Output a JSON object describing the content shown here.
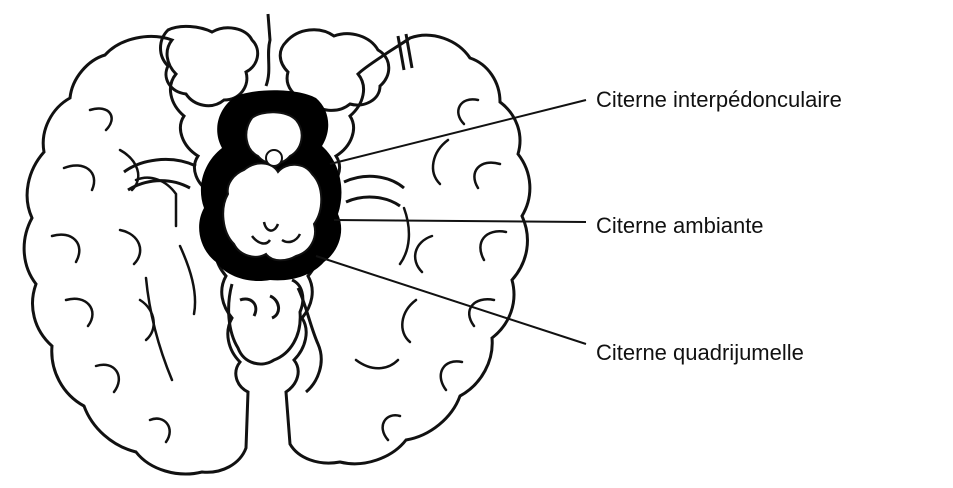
{
  "diagram": {
    "labels": [
      {
        "id": "interpeduncular",
        "text": "Citerne interpédonculaire"
      },
      {
        "id": "ambient",
        "text": "Citerne ambiante"
      },
      {
        "id": "quadrigeminal",
        "text": "Citerne quadrijumelle"
      }
    ],
    "colors": {
      "ink": "#111111",
      "cistern_fill": "#000000",
      "background": "#ffffff"
    }
  }
}
